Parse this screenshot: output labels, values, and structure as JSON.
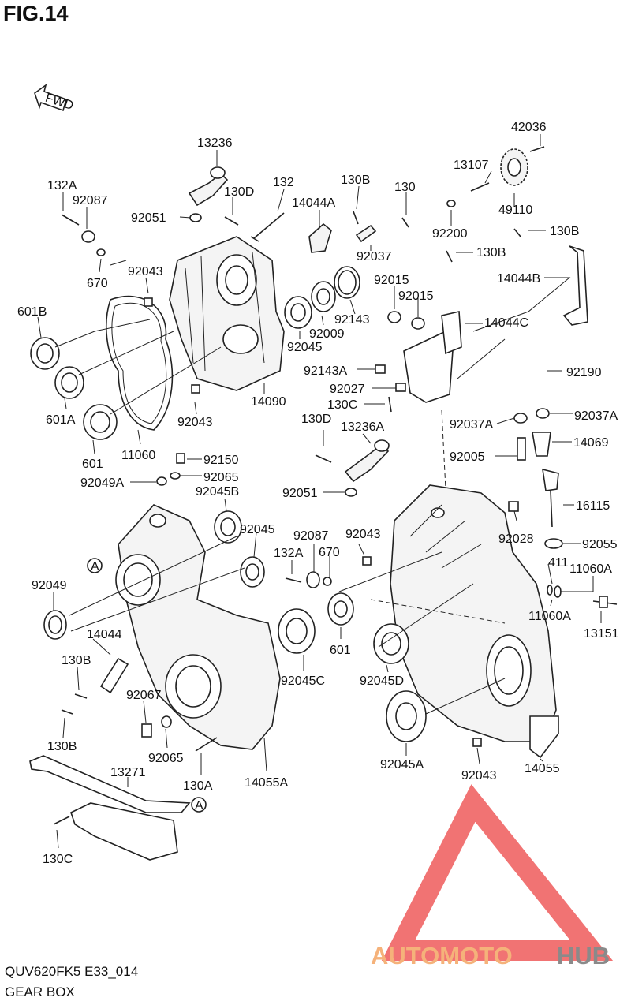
{
  "figure": {
    "title": "FIG.14"
  },
  "footer": {
    "code": "QUV620FK5 E33_014",
    "name": "GEAR BOX"
  },
  "direction": {
    "label": "FWD"
  },
  "watermark": {
    "text_a": "AUTOMOTO",
    "text_b": "HUB",
    "color_a": "#f5b27a",
    "color_b": "#8a8a8a",
    "logo_color": "#ef5a5a"
  },
  "ref_marker": "A",
  "labels": [
    {
      "key": "l1",
      "text": "13236"
    },
    {
      "key": "l2",
      "text": "42036"
    },
    {
      "key": "l3",
      "text": "13107"
    },
    {
      "key": "l4",
      "text": "132A"
    },
    {
      "key": "l5",
      "text": "92087"
    },
    {
      "key": "l6",
      "text": "130D"
    },
    {
      "key": "l7",
      "text": "132"
    },
    {
      "key": "l8",
      "text": "130B"
    },
    {
      "key": "l9",
      "text": "130"
    },
    {
      "key": "l10",
      "text": "14044A"
    },
    {
      "key": "l11",
      "text": "92051"
    },
    {
      "key": "l12",
      "text": "49110"
    },
    {
      "key": "l13",
      "text": "92200"
    },
    {
      "key": "l14",
      "text": "130B"
    },
    {
      "key": "l15",
      "text": "670"
    },
    {
      "key": "l16",
      "text": "92037"
    },
    {
      "key": "l17",
      "text": "130B"
    },
    {
      "key": "l18",
      "text": "92043"
    },
    {
      "key": "l19",
      "text": "92015"
    },
    {
      "key": "l20",
      "text": "14044B"
    },
    {
      "key": "l21",
      "text": "92015"
    },
    {
      "key": "l22",
      "text": "601B"
    },
    {
      "key": "l23",
      "text": "92143"
    },
    {
      "key": "l24",
      "text": "14044C"
    },
    {
      "key": "l25",
      "text": "92009"
    },
    {
      "key": "l26",
      "text": "92045"
    },
    {
      "key": "l27",
      "text": "92190"
    },
    {
      "key": "l28",
      "text": "92143A"
    },
    {
      "key": "l29",
      "text": "14090"
    },
    {
      "key": "l30",
      "text": "92027"
    },
    {
      "key": "l31",
      "text": "601A"
    },
    {
      "key": "l32",
      "text": "130C"
    },
    {
      "key": "l33",
      "text": "92043"
    },
    {
      "key": "l34",
      "text": "130D"
    },
    {
      "key": "l35",
      "text": "92037A"
    },
    {
      "key": "l36",
      "text": "92037A"
    },
    {
      "key": "l37",
      "text": "13236A"
    },
    {
      "key": "l38",
      "text": "601"
    },
    {
      "key": "l39",
      "text": "14069"
    },
    {
      "key": "l40",
      "text": "11060"
    },
    {
      "key": "l41",
      "text": "92005"
    },
    {
      "key": "l42",
      "text": "92150"
    },
    {
      "key": "l43",
      "text": "92049A"
    },
    {
      "key": "l44",
      "text": "92065"
    },
    {
      "key": "l45",
      "text": "92051"
    },
    {
      "key": "l46",
      "text": "16115"
    },
    {
      "key": "l47",
      "text": "92045B"
    },
    {
      "key": "l48",
      "text": "92045"
    },
    {
      "key": "l49",
      "text": "92043"
    },
    {
      "key": "l50",
      "text": "92028"
    },
    {
      "key": "l51",
      "text": "92087"
    },
    {
      "key": "l52",
      "text": "92055"
    },
    {
      "key": "l53",
      "text": "132A"
    },
    {
      "key": "l54",
      "text": "670"
    },
    {
      "key": "l55",
      "text": "411"
    },
    {
      "key": "l56",
      "text": "11060A"
    },
    {
      "key": "l57",
      "text": "92049"
    },
    {
      "key": "l58",
      "text": "11060A"
    },
    {
      "key": "l59",
      "text": "14044"
    },
    {
      "key": "l60",
      "text": "13151"
    },
    {
      "key": "l61",
      "text": "601"
    },
    {
      "key": "l62",
      "text": "130B"
    },
    {
      "key": "l63",
      "text": "92045D"
    },
    {
      "key": "l64",
      "text": "92045C"
    },
    {
      "key": "l65",
      "text": "92067"
    },
    {
      "key": "l66",
      "text": "130B"
    },
    {
      "key": "l67",
      "text": "92065"
    },
    {
      "key": "l68",
      "text": "92045A"
    },
    {
      "key": "l69",
      "text": "92043"
    },
    {
      "key": "l70",
      "text": "14055"
    },
    {
      "key": "l71",
      "text": "13271"
    },
    {
      "key": "l72",
      "text": "130A"
    },
    {
      "key": "l73",
      "text": "14055A"
    },
    {
      "key": "l74",
      "text": "130C"
    }
  ]
}
